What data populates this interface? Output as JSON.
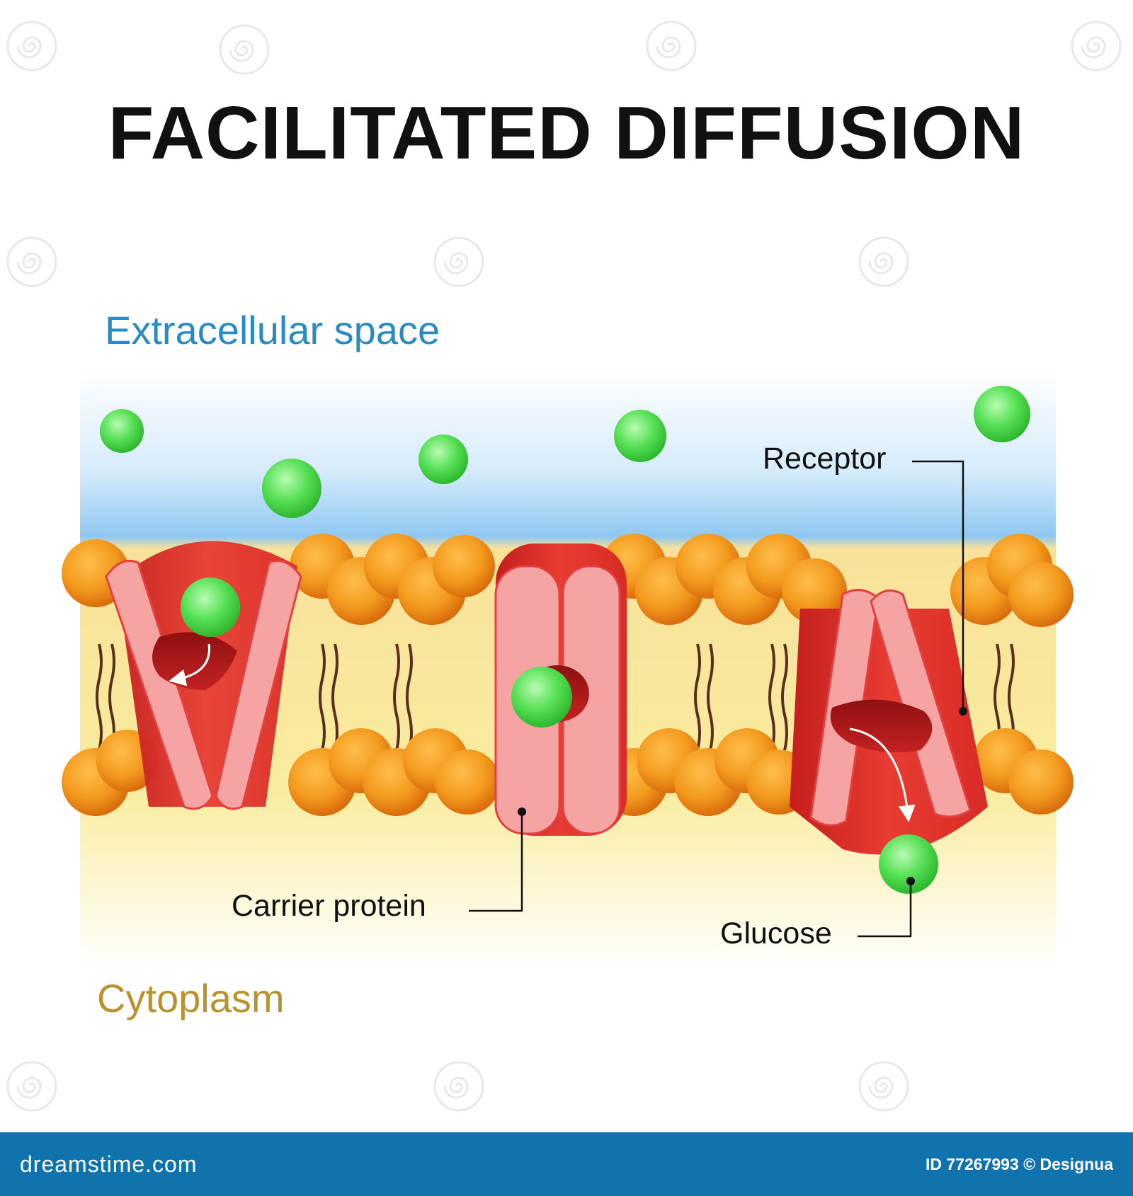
{
  "title": "FACILITATED DIFFUSION",
  "labels": {
    "extracellular": "Extracellular space",
    "cytoplasm": "Cytoplasm",
    "receptor": "Receptor",
    "carrier_protein": "Carrier protein",
    "glucose": "Glucose"
  },
  "footer": {
    "brand": "dreamstime.com",
    "image_id": "ID 77267993 © Designua"
  },
  "colors": {
    "title": "#111111",
    "extracellular_label": "#2a8bc4",
    "cytoplasm_label": "#b8922e",
    "footer_bg": "#1173ad",
    "phospholipid_head": "#f39a1e",
    "carrier_protein": "#e23a32",
    "carrier_inner": "#f5a3a3",
    "glucose": "#5be35a"
  },
  "icons": [
    "spiral-watermark-icon"
  ]
}
